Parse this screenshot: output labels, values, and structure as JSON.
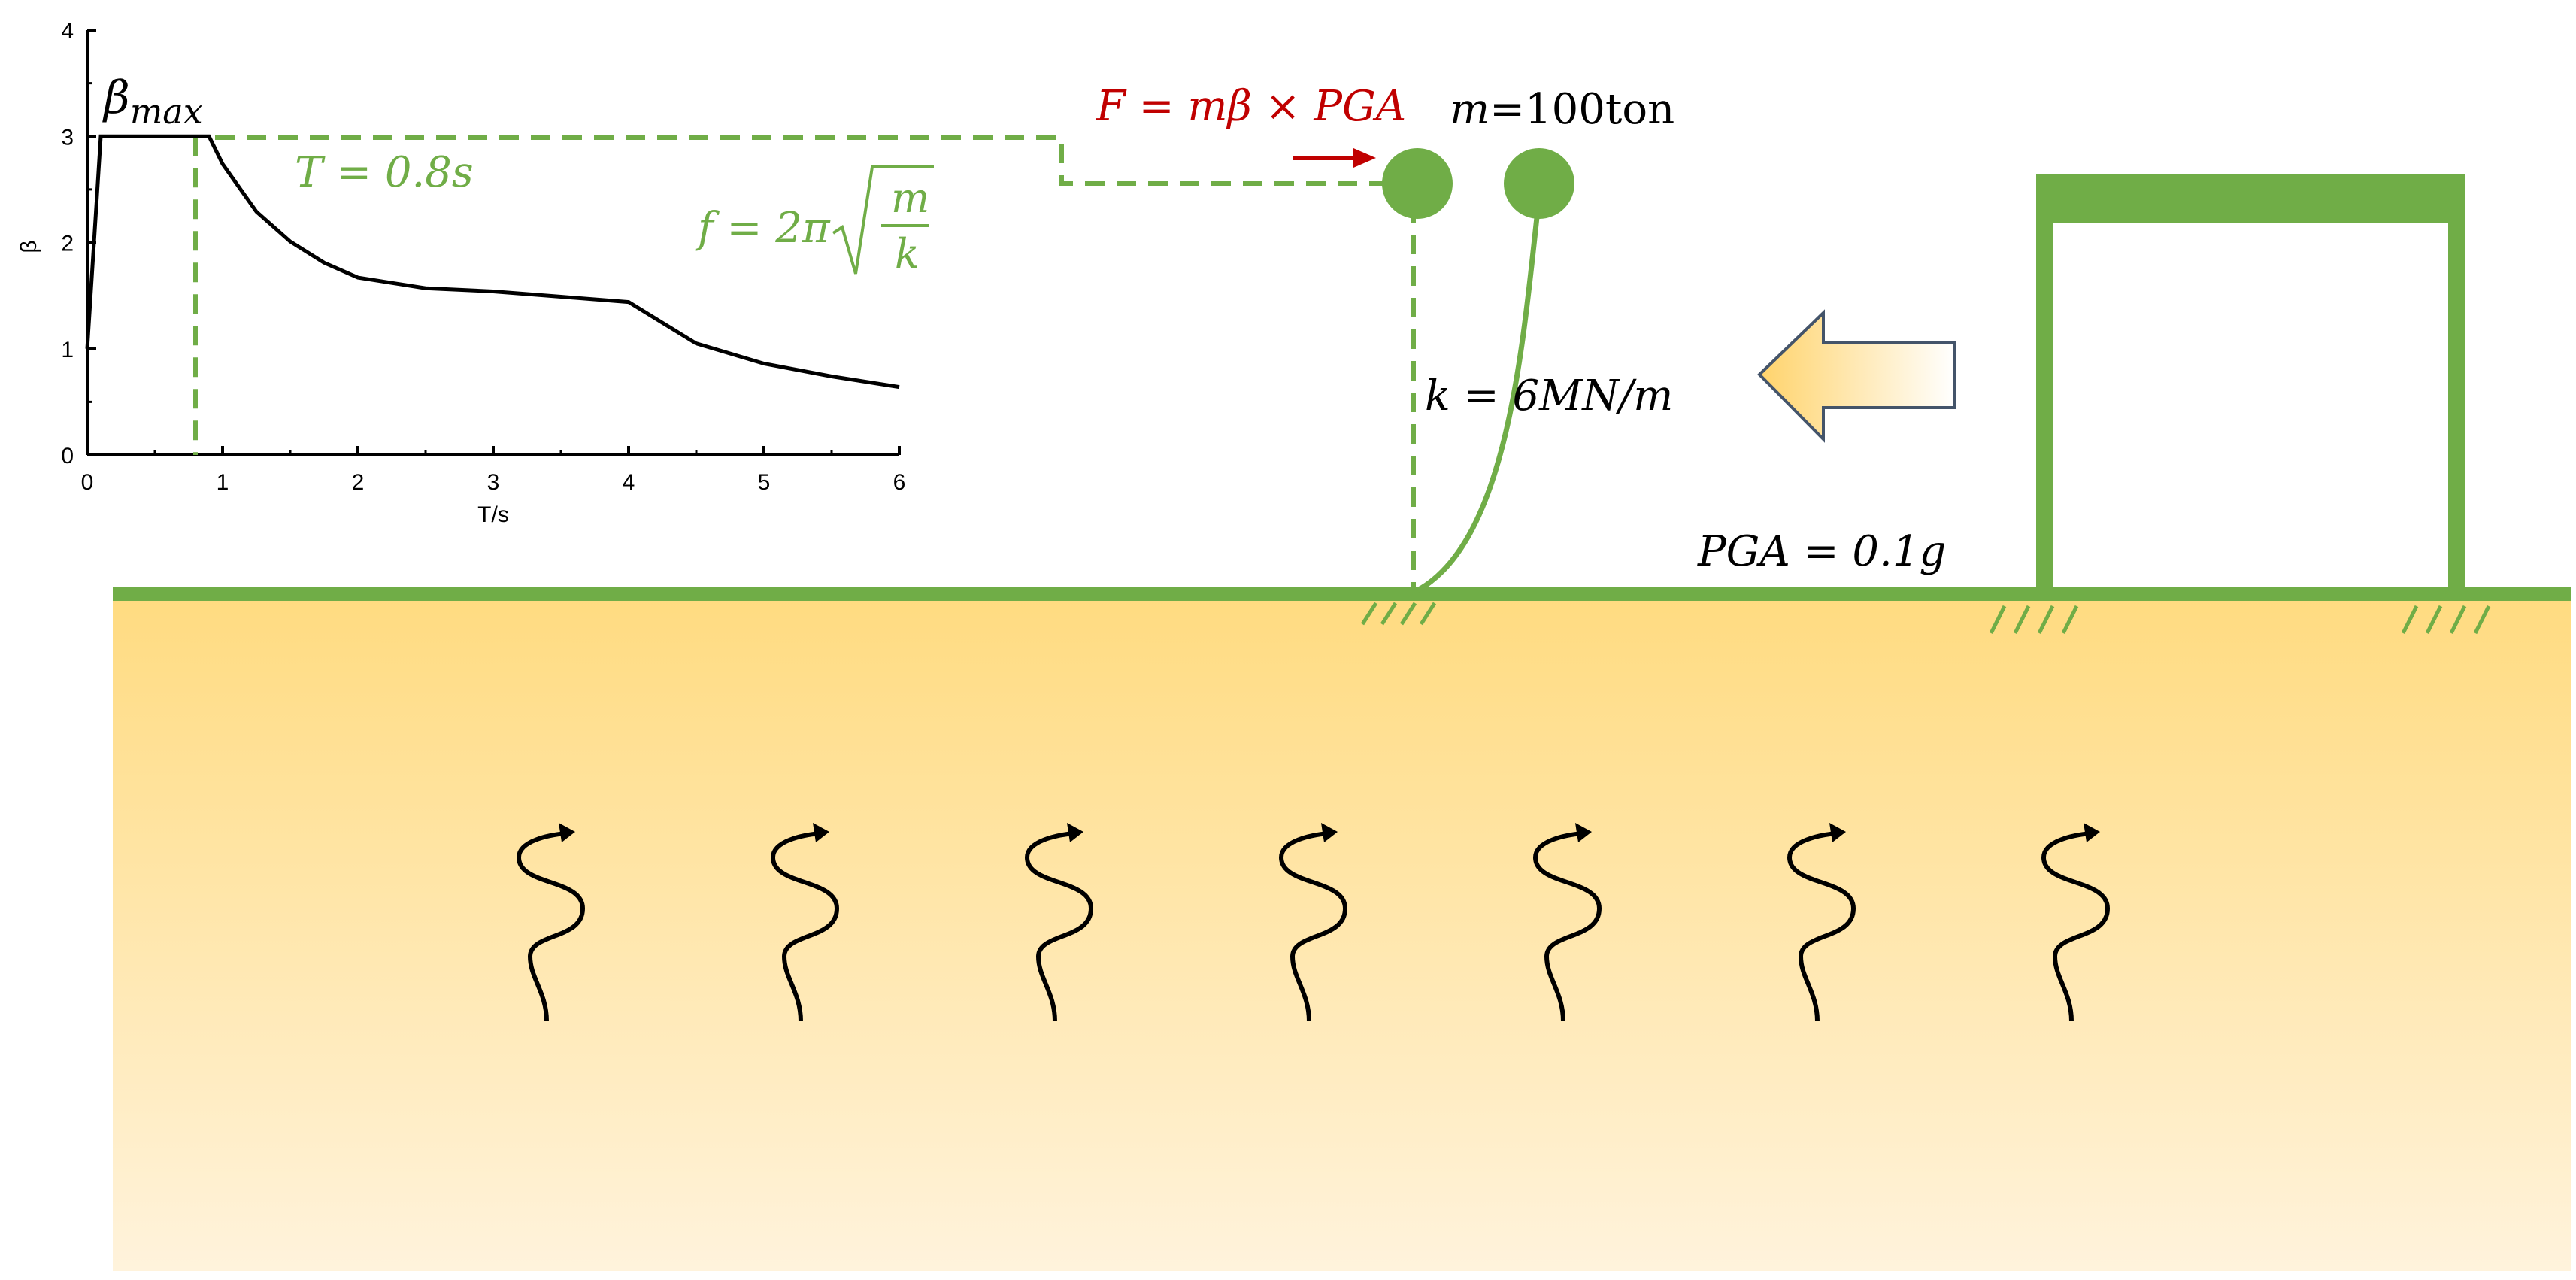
{
  "colors": {
    "green": "#70ad47",
    "red": "#c00000",
    "black": "#000000",
    "soil_top": "#ffdb80",
    "soil_bottom": "#fff3dc",
    "arrow_fill_start": "#ffd36b",
    "arrow_fill_end": "#ffffff",
    "arrow_stroke": "#44546a"
  },
  "labels": {
    "beta_max_base": "β",
    "beta_max_sub": "max",
    "period": "T = 0.8s",
    "frequency_prefix": "f = 2π",
    "frequency_num": "m",
    "frequency_den": "k",
    "force": "F = mβ × PGA",
    "mass_var": "m",
    "mass_value": "=100ton",
    "stiffness": "k = 6MN/m",
    "pga": "PGA = 0.1g"
  },
  "chart_data": {
    "type": "line",
    "xlabel": "T/s",
    "ylabel": "β",
    "xlim": [
      0,
      6
    ],
    "ylim": [
      0,
      4
    ],
    "x_ticks": [
      "0",
      "1",
      "2",
      "3",
      "4",
      "5",
      "6"
    ],
    "y_ticks": [
      "0",
      "1",
      "2",
      "3",
      "4"
    ],
    "series": [
      {
        "x": [
          0,
          0.1,
          0.9,
          1.0,
          1.25,
          1.5,
          1.75,
          2.0,
          2.5,
          3.0,
          3.5,
          4.0,
          4.5,
          5.0,
          5.5,
          6.0
        ],
        "y": [
          1.0,
          3.0,
          3.0,
          2.74,
          2.29,
          2.01,
          1.81,
          1.67,
          1.57,
          1.54,
          1.49,
          1.44,
          1.05,
          0.86,
          0.74,
          0.64
        ]
      }
    ],
    "markers": {
      "period_line_x": 0.8,
      "plateau_y": 3.0
    }
  },
  "waves": {
    "count": 7
  }
}
